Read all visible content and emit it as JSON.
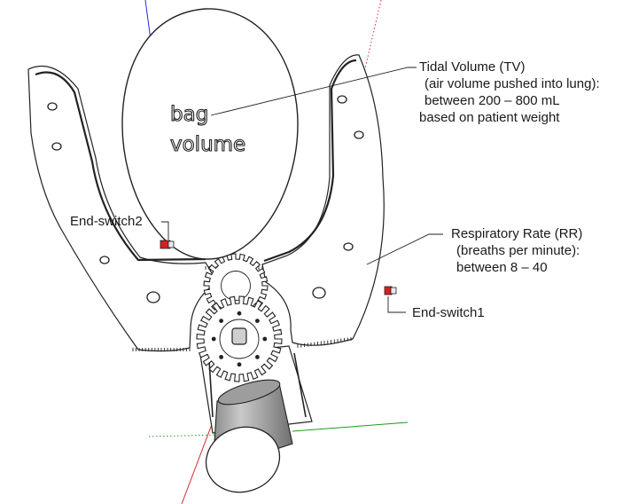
{
  "bag_label": {
    "line1": "bag",
    "line2": "volume"
  },
  "tidal_volume": {
    "title": "Tidal Volume (TV)",
    "line2": "(air volume pushed into lung):",
    "line3": "between 200 – 800 mL",
    "line4": "based on patient weight"
  },
  "respiratory_rate": {
    "title": "Respiratory Rate (RR)",
    "line2": "(breaths per minute):",
    "line3": "between 8 – 40"
  },
  "end_switch_2": "End-switch2",
  "end_switch_1": "End-switch1",
  "colors": {
    "switch_red": "#d42020",
    "axis_red": "#d62a2a",
    "axis_green": "#1f9a1f",
    "axis_blue": "#2a2ad6",
    "outline": "#222222"
  }
}
